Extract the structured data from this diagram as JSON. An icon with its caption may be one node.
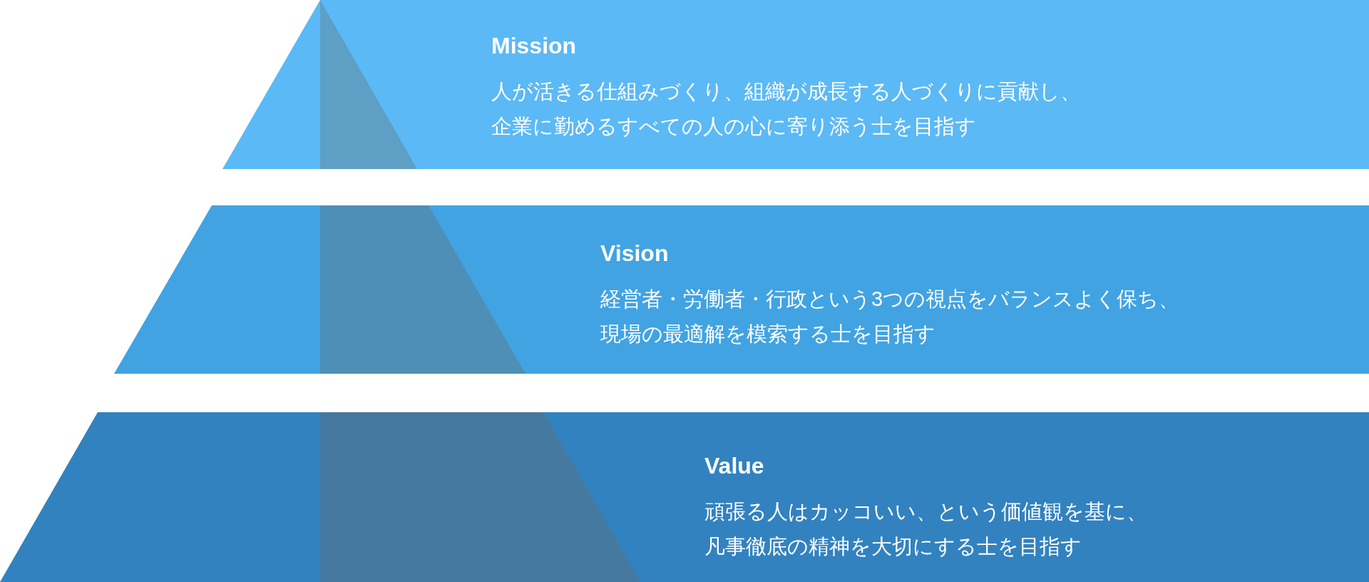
{
  "diagram": {
    "nodes": [
      {
        "text": [
          "Mission",
          "人が活きる仕組みづくり、組織が成長する人づくりに貢献し、企業に勤めるすべての人の心に寄り添う士を目指す"
        ]
      },
      {
        "text": [
          "Vision",
          "経営者・労働者・行政という3つの視点をバランスよく保ち、現場の最適解を模索する士を目指す"
        ]
      },
      {
        "text": [
          "Value",
          "頑張る人はカッコいい、という価値観を基に、凡事徹底の精神を大切にする士を目指す"
        ]
      }
    ]
  }
}
